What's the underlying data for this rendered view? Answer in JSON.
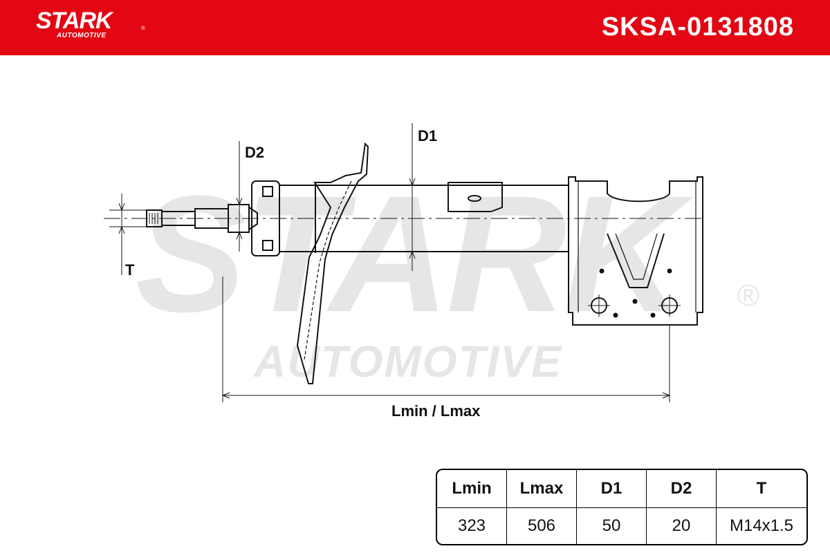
{
  "header": {
    "logo_main": "STARK",
    "logo_sub": "AUTOMOTIVE",
    "logo_reg": "®",
    "part_number": "SKSA-0131808"
  },
  "watermark": {
    "main": "STARK",
    "sub": "AUTOMOTIVE",
    "reg": "®"
  },
  "labels": {
    "d1": "D1",
    "d2": "D2",
    "t": "T",
    "length": "Lmin / Lmax"
  },
  "table": {
    "headers": [
      "Lmin",
      "Lmax",
      "D1",
      "D2",
      "T"
    ],
    "values": [
      "323",
      "506",
      "50",
      "20",
      "M14x1.5"
    ]
  },
  "colors": {
    "brand_red": "#e30613",
    "watermark_grey": "#e6e6e6"
  }
}
